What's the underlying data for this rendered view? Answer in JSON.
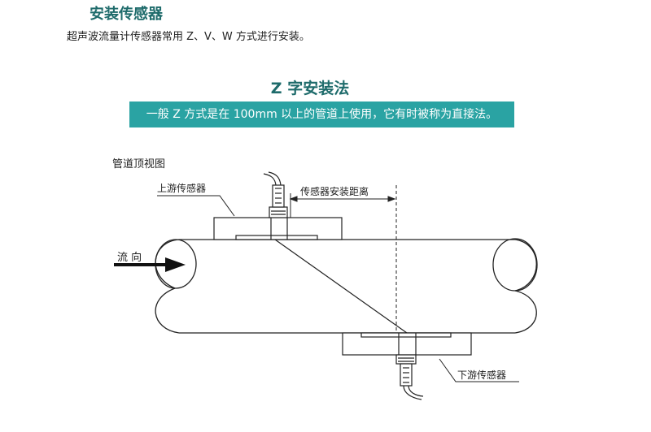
{
  "header": {
    "title": "安装传感器",
    "description": "超声波流量计传感器常用 Z、V、W 方式进行安装。"
  },
  "method": {
    "title": "Z 字安装法",
    "banner": "一般 Z 方式是在 100mm 以上的管道上使用，它有时被称为直接法。"
  },
  "diagram": {
    "view_label": "管道顶视图",
    "upstream_label": "上游传感器",
    "downstream_label": "下游传感器",
    "distance_label": "传感器安装距离",
    "flow_label": "流  向"
  }
}
